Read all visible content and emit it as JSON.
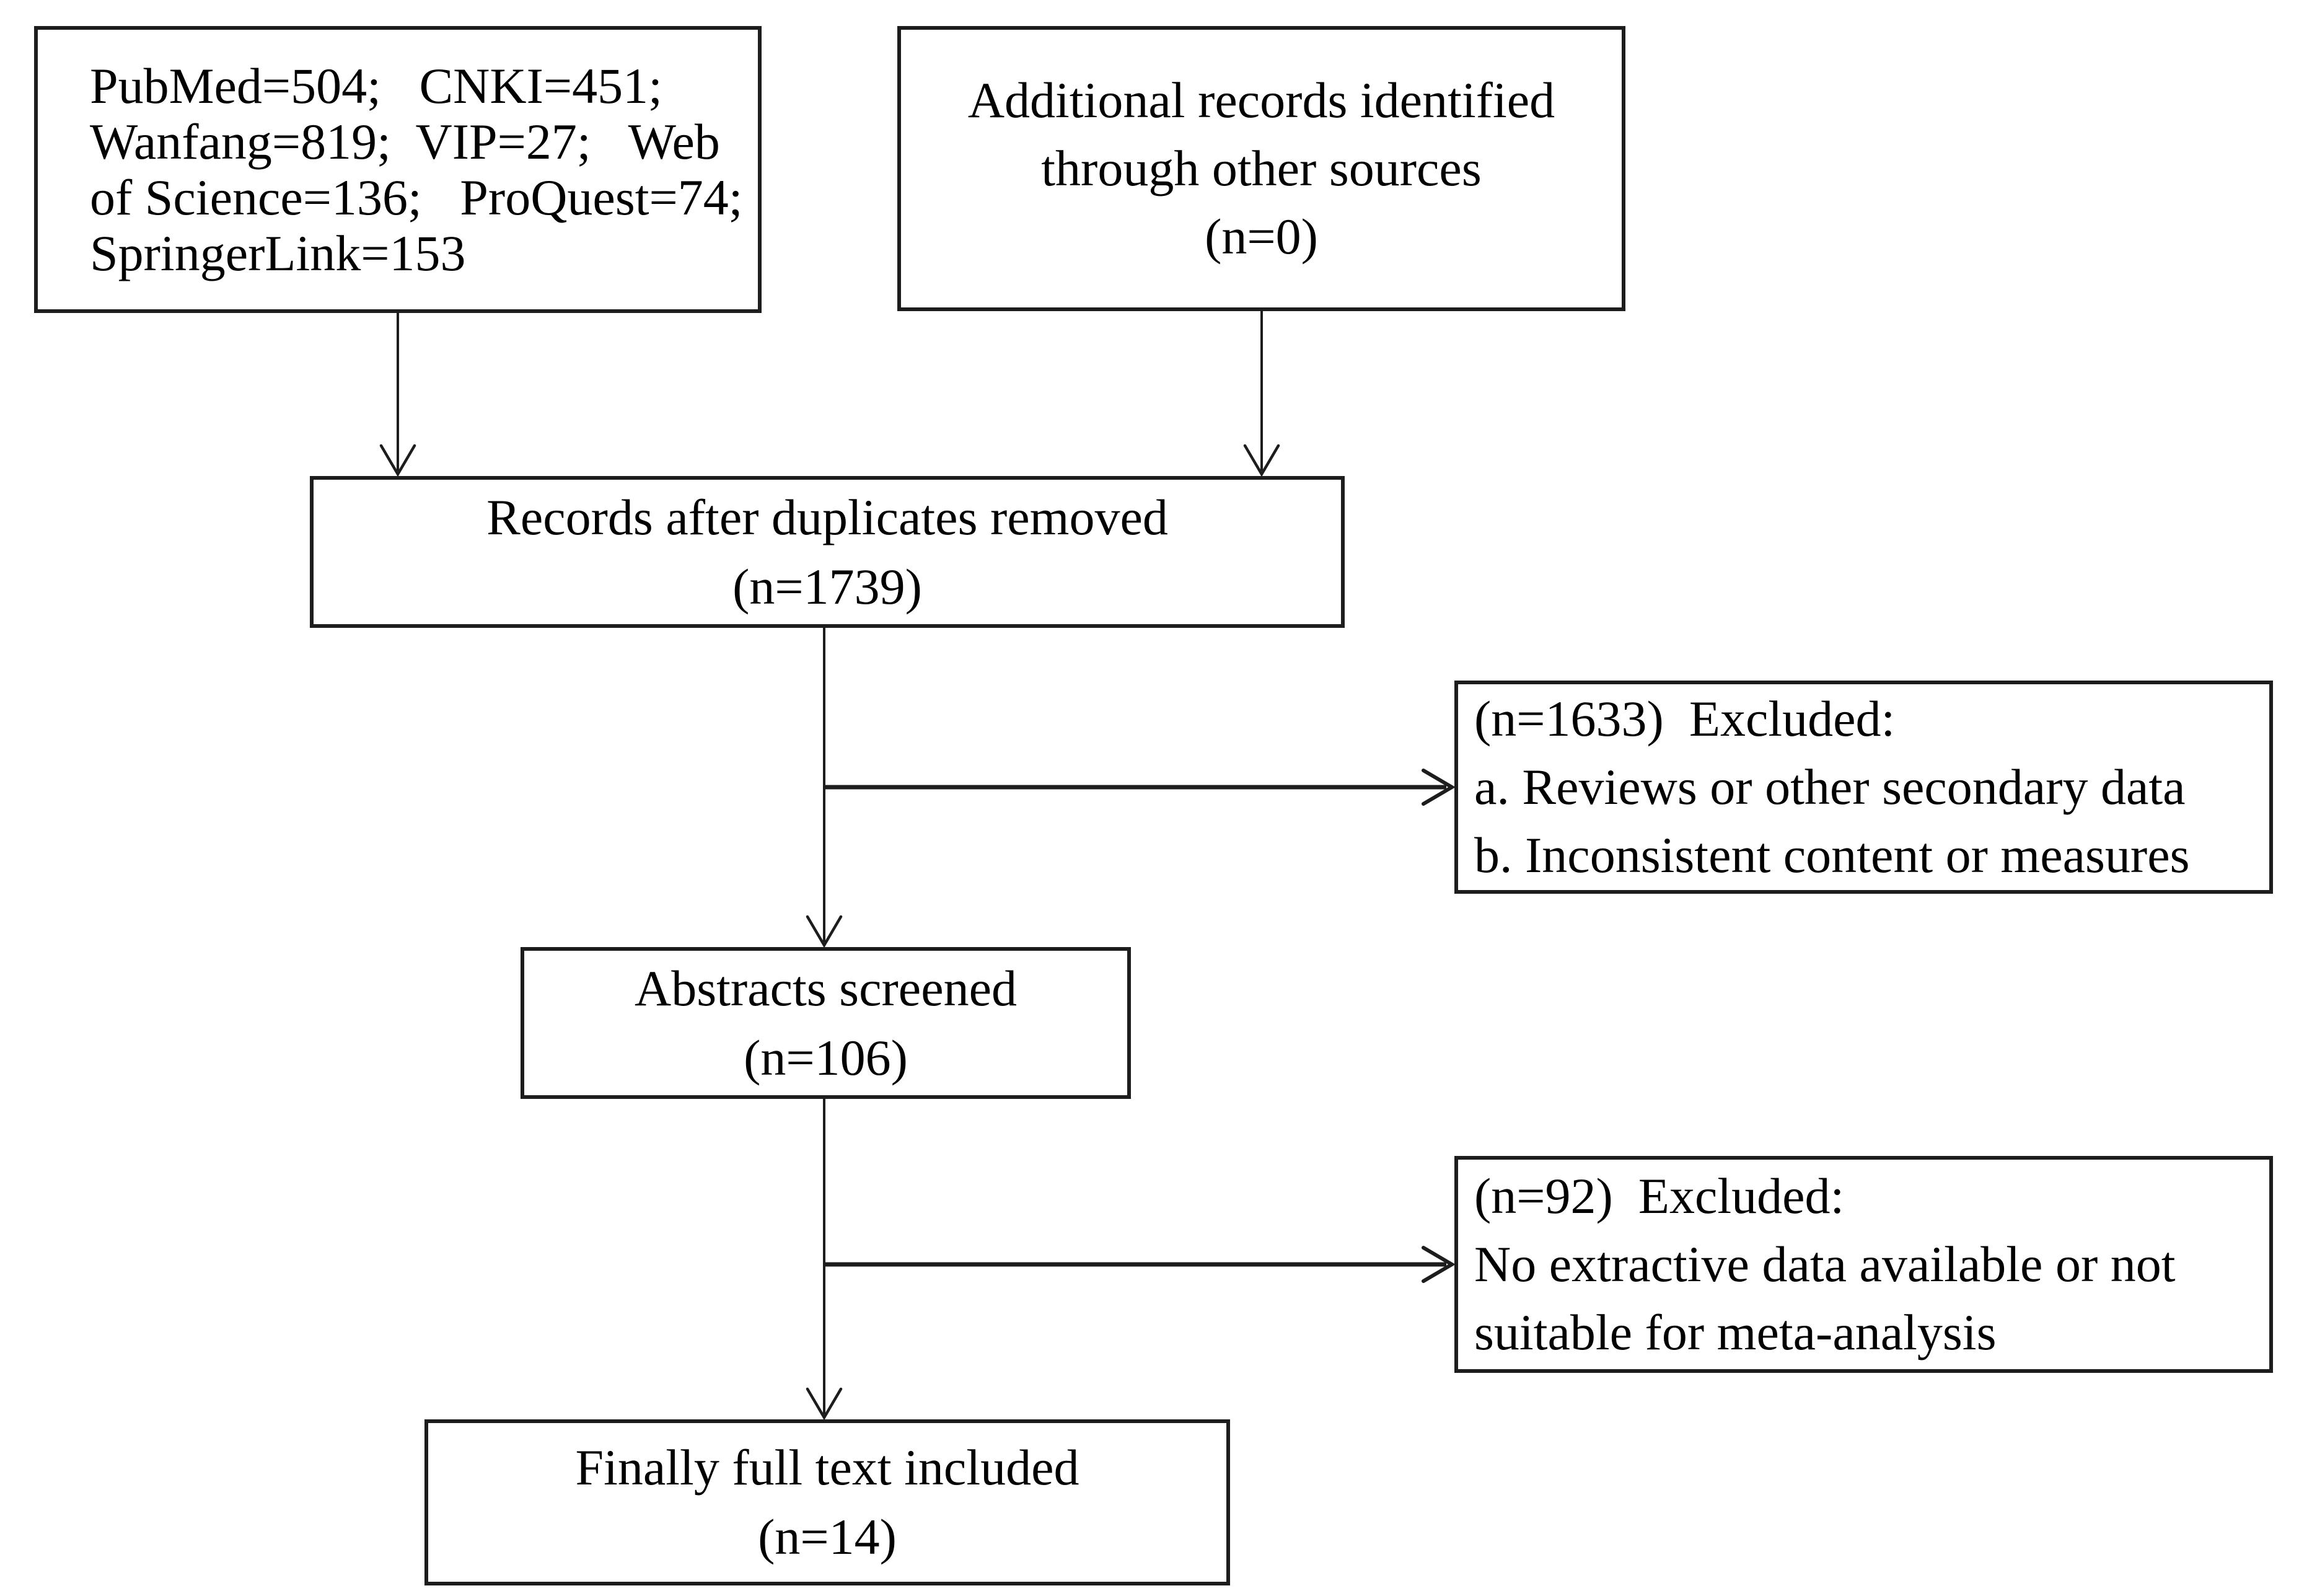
{
  "diagram": {
    "type": "study-selection-flowchart",
    "background": "#ffffff",
    "ink_color": "#1d1d1d"
  },
  "boxes": {
    "databases": {
      "lines": [
        "PubMed=504;   CNKI=451;",
        "Wanfang=819;  VIP=27;   Web",
        "of Science=136;   ProQuest=74;",
        "SpringerLink=153"
      ]
    },
    "additional_records": {
      "lines": [
        "Additional records identified",
        "through other sources",
        "(n=0)"
      ]
    },
    "duplicates_removed": {
      "lines": [
        "Records after duplicates removed",
        "(n=1739)"
      ]
    },
    "excluded_screening": {
      "lines": [
        "(n=1633)  Excluded:",
        "a. Reviews or other secondary data",
        "b. Inconsistent content or measures"
      ]
    },
    "abstracts_screened": {
      "lines": [
        "Abstracts screened",
        "(n=106)"
      ]
    },
    "excluded_fulltext": {
      "lines": [
        "(n=92)  Excluded:",
        "No extractive data available or not",
        "suitable for meta-analysis"
      ]
    },
    "final_included": {
      "lines": [
        "Finally full text included",
        "(n=14)"
      ]
    }
  }
}
